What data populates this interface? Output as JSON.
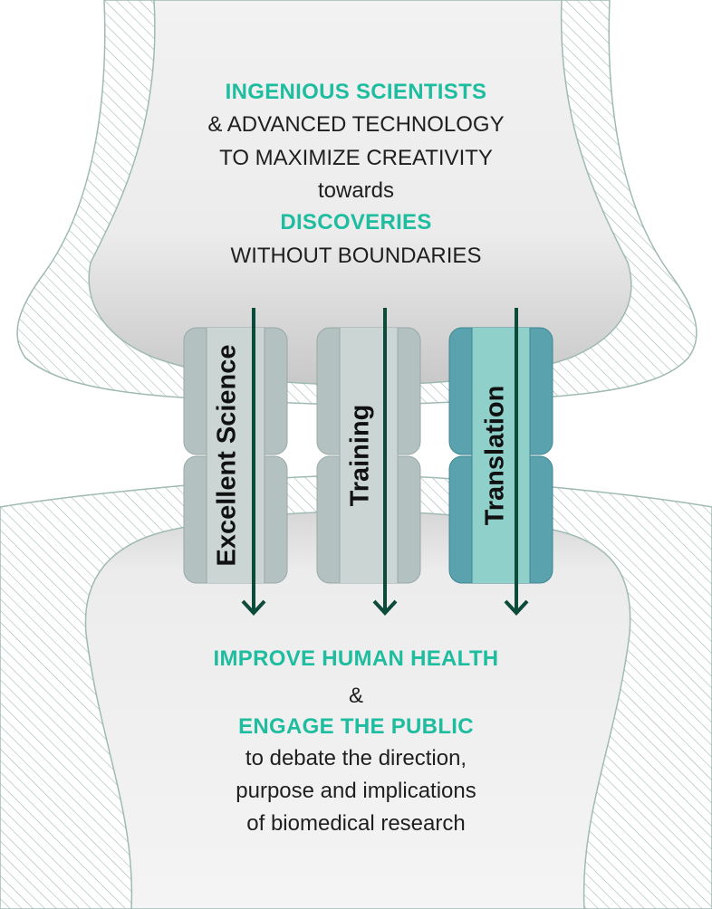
{
  "header": {
    "line1": "INGENIOUS SCIENTISTS",
    "line2": "& ADVANCED TECHNOLOGY",
    "line3": "TO MAXIMIZE CREATIVITY",
    "line4": "towards",
    "line5": "DISCOVERIES",
    "line6": "WITHOUT BOUNDARIES"
  },
  "pillars": [
    {
      "label": "Excellent Science"
    },
    {
      "label": "Training"
    },
    {
      "label": "Translation"
    }
  ],
  "footer": {
    "line1": "IMPROVE HUMAN HEALTH",
    "line2": "&",
    "line3": "ENGAGE THE PUBLIC",
    "line4": "to debate the direction,",
    "line5": "purpose and implications",
    "line6": "of biomedical research"
  },
  "colors": {
    "accent": "#1ebd9f",
    "arrow": "#0c4a3a",
    "grey_pillar": "#b3c1c0",
    "grey_pillar_center": "#cbd5d4",
    "teal_pillar": "#5aa2ad",
    "teal_pillar_center": "#8fd0ca"
  }
}
